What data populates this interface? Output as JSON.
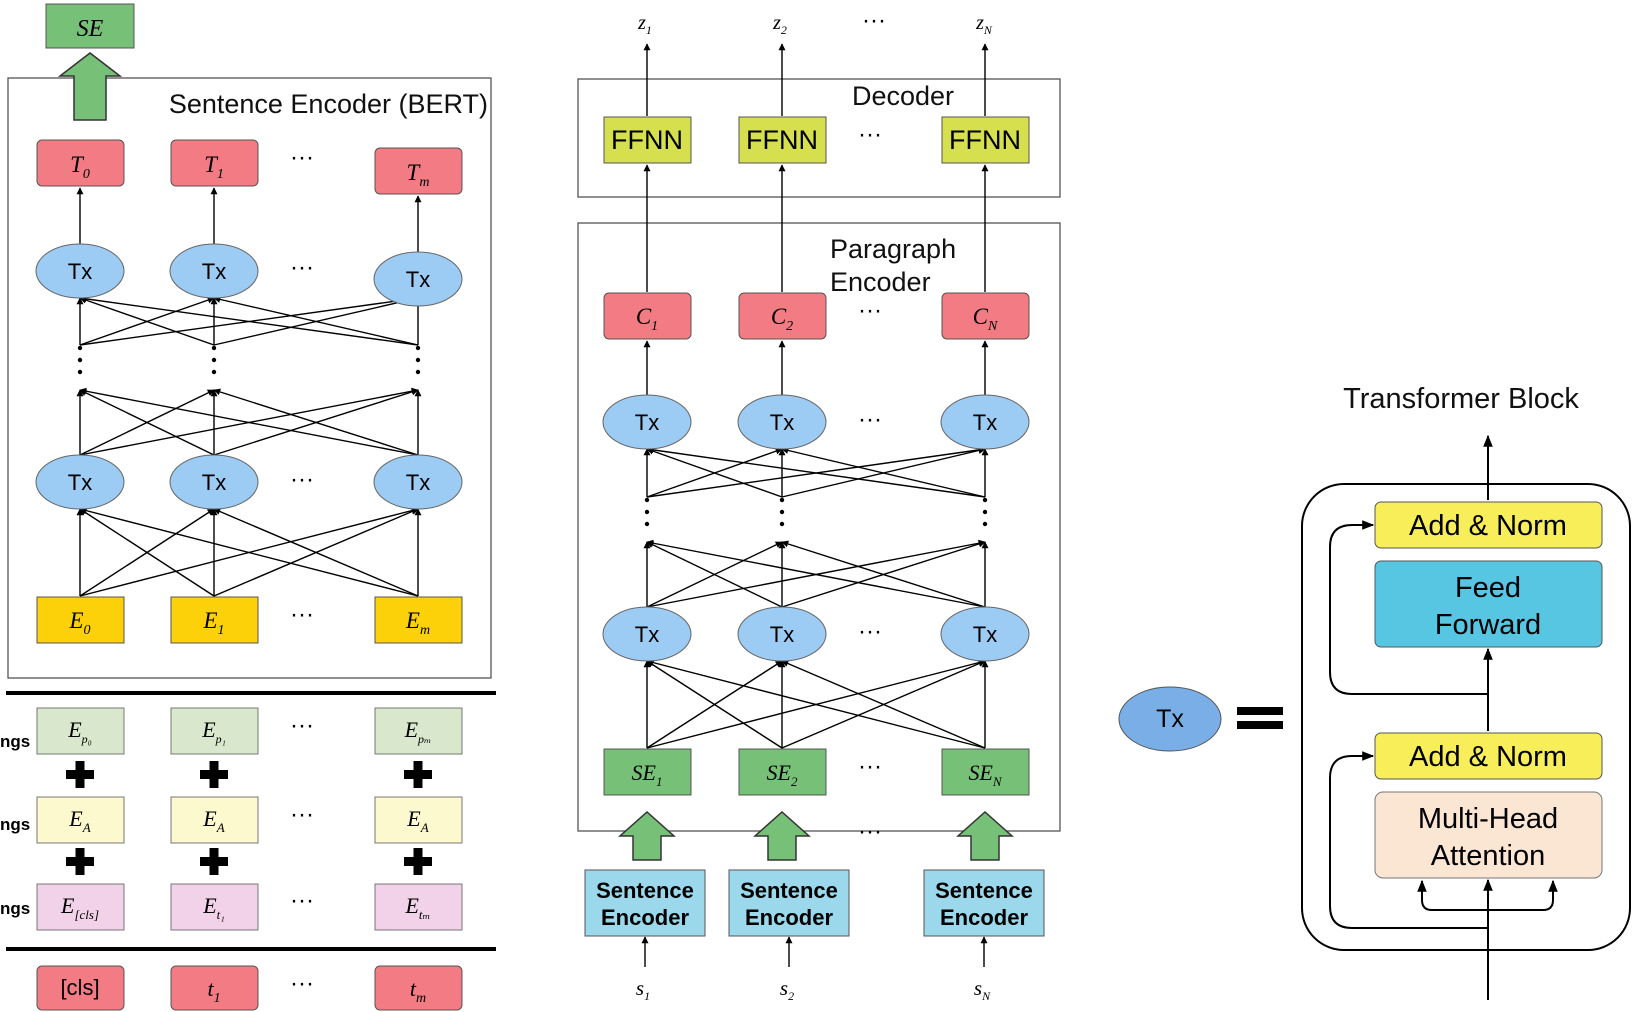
{
  "bert": {
    "title": "Sentence Encoder (BERT)",
    "output_label": "SE",
    "outputs": [
      {
        "base": "T",
        "sub": "0"
      },
      {
        "base": "T",
        "sub": "1"
      },
      {
        "base": "T",
        "sub": "m"
      }
    ],
    "tx_label": "Tx",
    "ellipsis": "···",
    "embeddings": [
      {
        "base": "E",
        "sub": "0"
      },
      {
        "base": "E",
        "sub": "1"
      },
      {
        "base": "E",
        "sub": "m"
      }
    ]
  },
  "input_rows": {
    "position": {
      "label": "ngs",
      "cells": [
        {
          "base": "E",
          "sub": "p₀"
        },
        {
          "base": "E",
          "sub": "p₁"
        },
        {
          "base": "E",
          "sub": "pₘ"
        }
      ]
    },
    "segment": {
      "label": "ngs",
      "cells": [
        {
          "base": "E",
          "sub": "A"
        },
        {
          "base": "E",
          "sub": "A"
        },
        {
          "base": "E",
          "sub": "A"
        }
      ]
    },
    "token": {
      "label": "ngs",
      "cells": [
        {
          "base": "E",
          "sub": "[cls]"
        },
        {
          "base": "E",
          "sub": "t₁"
        },
        {
          "base": "E",
          "sub": "tₘ"
        }
      ]
    },
    "tokens": [
      {
        "text": "[cls]",
        "base": "",
        "sub": ""
      },
      {
        "text": "",
        "base": "t",
        "sub": "1"
      },
      {
        "text": "",
        "base": "t",
        "sub": "m"
      }
    ]
  },
  "decoder": {
    "title": "Decoder",
    "ffnn_label": "FFNN",
    "outputs": [
      {
        "base": "z",
        "sub": "1"
      },
      {
        "base": "z",
        "sub": "2"
      },
      {
        "base": "z",
        "sub": "N"
      }
    ]
  },
  "paragraph": {
    "title_line1": "Paragraph",
    "title_line2": "Encoder",
    "context": [
      {
        "base": "C",
        "sub": "1"
      },
      {
        "base": "C",
        "sub": "2"
      },
      {
        "base": "C",
        "sub": "N"
      }
    ],
    "tx_label": "Tx",
    "sentence_embeddings": [
      {
        "base": "SE",
        "sub": "1"
      },
      {
        "base": "SE",
        "sub": "2"
      },
      {
        "base": "SE",
        "sub": "N"
      }
    ],
    "encoder_line1": "Sentence",
    "encoder_line2": "Encoder",
    "inputs": [
      {
        "base": "s",
        "sub": "1"
      },
      {
        "base": "s",
        "sub": "2"
      },
      {
        "base": "s",
        "sub": "N"
      }
    ]
  },
  "legend": {
    "tx_label": "Tx",
    "block_title": "Transformer Block",
    "add_norm_top": "Add & Norm",
    "feed_forward_line1": "Feed",
    "feed_forward_line2": "Forward",
    "add_norm_bottom": "Add & Norm",
    "attention_line1": "Multi-Head",
    "attention_line2": "Attention"
  },
  "colors": {
    "red": "#f27b84",
    "blue": "#9ccbf3",
    "blue_dark": "#79aee6",
    "gold": "#fdd10a",
    "green": "#77c078",
    "yellow_green": "#d6df4e",
    "cyan": "#9bd8ec",
    "pos_green": "#d9e8cc",
    "seg_yellow": "#fcf9cf",
    "tok_pink": "#f1d2e8",
    "norm_yellow": "#f8ee5a",
    "ff_cyan": "#56c6e3",
    "attn_peach": "#fbe5d3"
  }
}
